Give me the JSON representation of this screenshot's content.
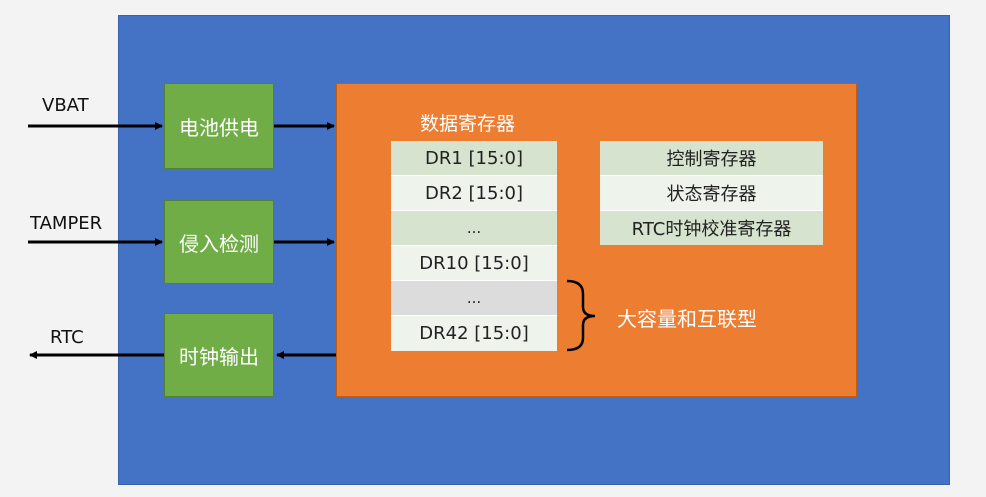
{
  "signals": {
    "vbat": "VBAT",
    "tamper": "TAMPER",
    "rtc": "RTC"
  },
  "blocks": {
    "battery": "电池供电",
    "tamper_detect": "侵入检测",
    "clock_out": "时钟输出"
  },
  "data_registers": {
    "title": "数据寄存器",
    "rows": [
      "DR1 [15:0]",
      "DR2 [15:0]",
      "...",
      "DR10 [15:0]",
      "...",
      "DR42 [15:0]"
    ]
  },
  "control_registers": [
    "控制寄存器",
    "状态寄存器",
    "RTC时钟校准寄存器"
  ],
  "brace_note": "大容量和互联型",
  "colors": {
    "outer": "#4472c4",
    "green": "#70ad47",
    "orange": "#ed7d31",
    "row_green": "#d5e3cf",
    "row_light": "#eef3ec",
    "row_gray": "#dcdcdc"
  }
}
